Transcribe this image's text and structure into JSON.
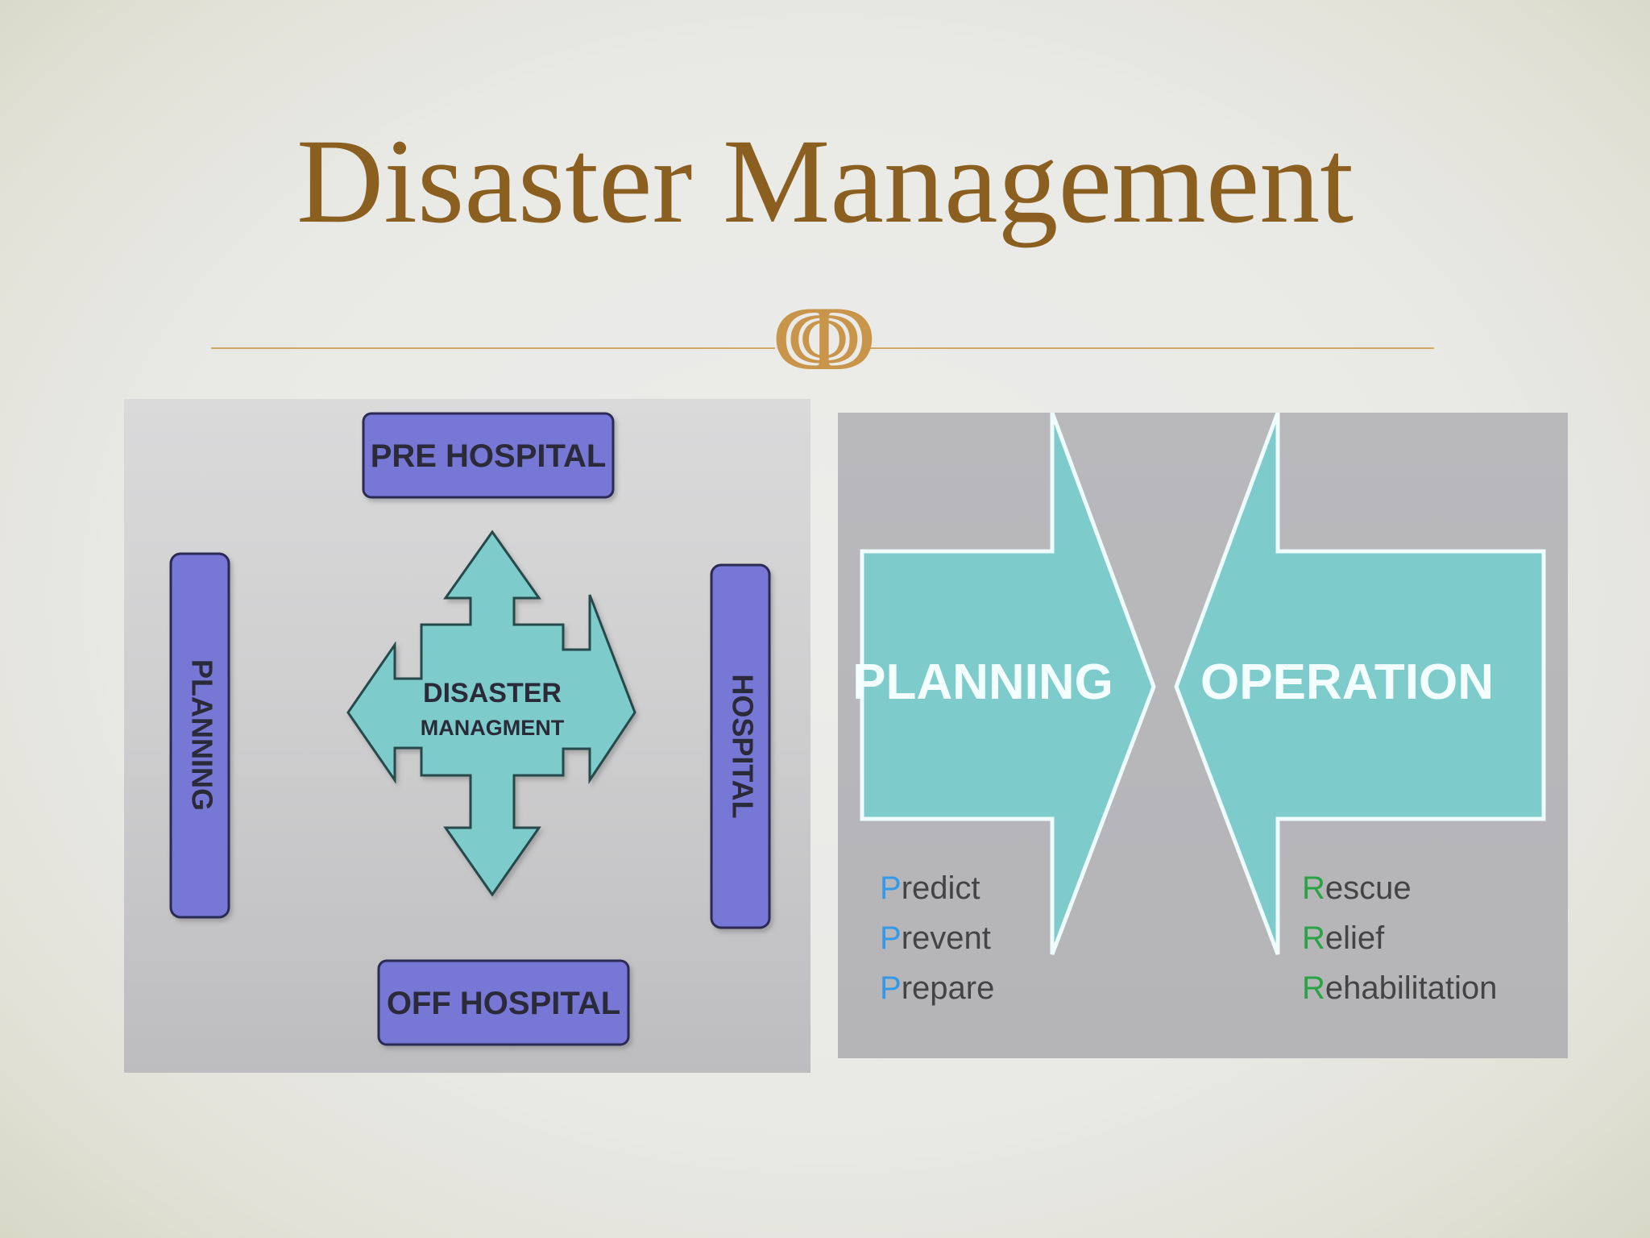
{
  "slide": {
    "title": "Disaster Management",
    "ornament_glyph": "ↈ"
  },
  "left_diagram": {
    "center_line1": "DISASTER",
    "center_line2": "MANAGMENT",
    "top_box": "PRE HOSPITAL",
    "bottom_box": "OFF HOSPITAL",
    "left_box": "PLANNING",
    "right_box": "HOSPITAL"
  },
  "right_diagram": {
    "planning_label": "PLANNING",
    "operation_label": "OPERATION",
    "planning_steps": [
      {
        "initial": "P",
        "rest": "redict"
      },
      {
        "initial": "P",
        "rest": "revent"
      },
      {
        "initial": "P",
        "rest": "repare"
      }
    ],
    "operation_steps": [
      {
        "initial": "R",
        "rest": "escue"
      },
      {
        "initial": "R",
        "rest": "elief"
      },
      {
        "initial": "R",
        "rest": "ehabilitation"
      }
    ]
  },
  "colors": {
    "title": "#8a5f20",
    "ornament": "#c8954a",
    "box_fill": "#7777d6",
    "arrow_fill": "#7ecbcb",
    "initial_blue": "#3399e8",
    "initial_green": "#2aa246"
  }
}
